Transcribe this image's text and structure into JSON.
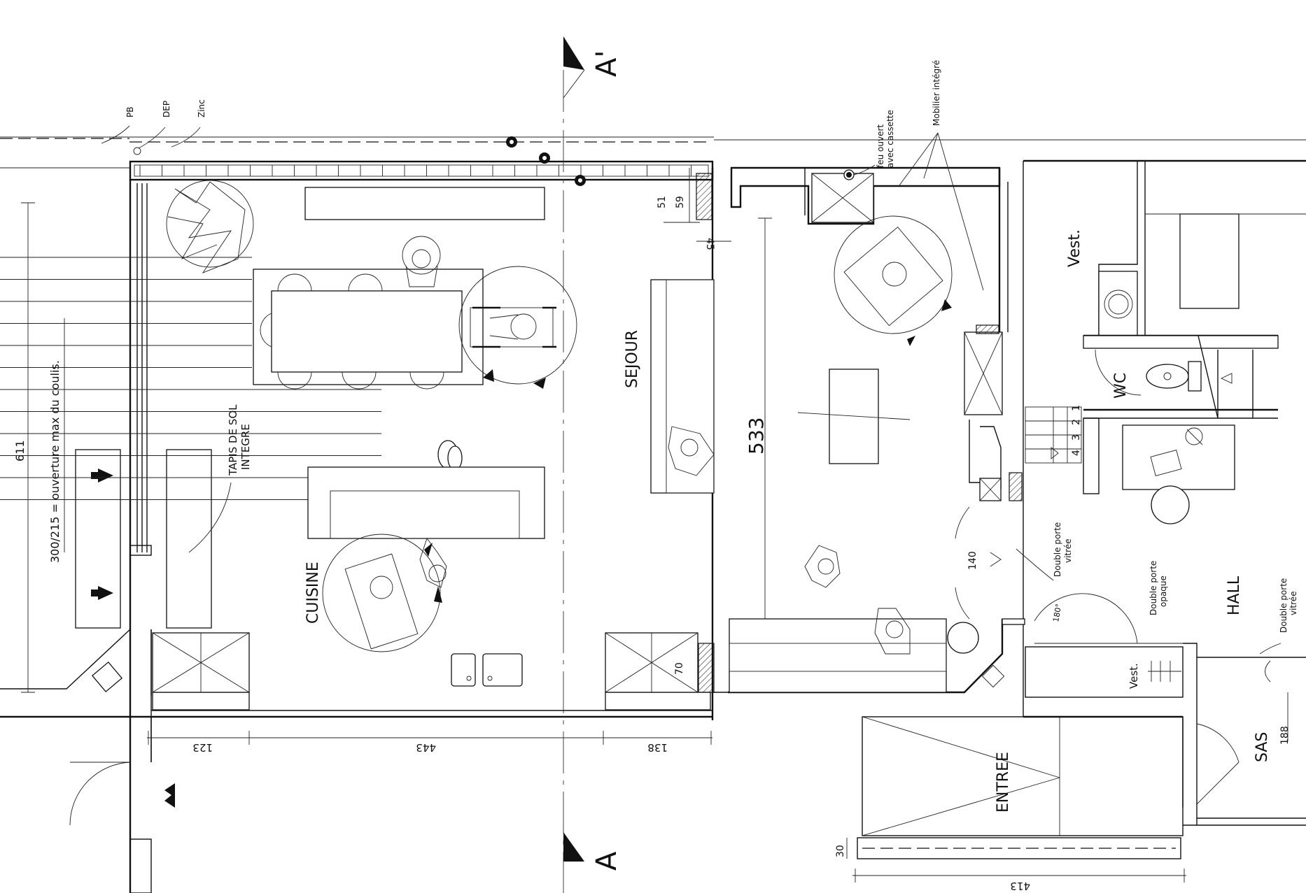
{
  "rooms": {
    "sejour": "SEJOUR",
    "cuisine": "CUISINE",
    "hall": "HALL",
    "entree": "ENTREE",
    "sas": "SAS",
    "wc": "WC",
    "vest_top": "Vest.",
    "vest_bottom": "Vest."
  },
  "section_markers": {
    "top": "A'",
    "bottom": "A"
  },
  "annotations": {
    "pb": "PB",
    "dep": "DEP",
    "zinc": "Zinc",
    "fire_line1": "feu ouvert",
    "fire_line2": "avec cassette",
    "mobilier": "Mobilier intégré",
    "tapis_line1": "TAPIS DE SOL",
    "tapis_line2": "INTEGRE",
    "opening": "300/215 = ouverture max du coulis.",
    "door_glass1_line1": "Double porte",
    "door_glass1_line2": "vitrée",
    "door_opaque_line1": "Double porte",
    "door_opaque_line2": "opaque",
    "door_glass2_line1": "Double porte",
    "door_glass2_line2": "vitrée"
  },
  "dimensions": {
    "d611": "611",
    "d51": "51",
    "d59": "59",
    "d45": "45",
    "d533": "533",
    "d140": "140",
    "d70": "70",
    "d123": "123",
    "d443": "443",
    "d138": "138",
    "d188": "188",
    "d30": "30",
    "d413": "413",
    "angle": "180°"
  },
  "stairs": [
    "1",
    "2",
    "3",
    "4"
  ]
}
